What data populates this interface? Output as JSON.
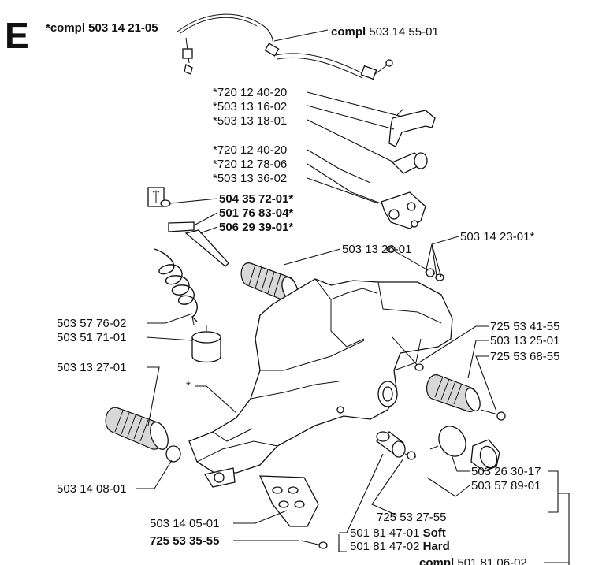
{
  "section_letter": "E",
  "section_part": "*compl 503 14 21-05",
  "tool_icon": "wrench-icon",
  "labels": {
    "cable_assy": {
      "prefix": "compl",
      "number": "503 14 55-01"
    },
    "bracket_screw_1": "*720 12 40-20",
    "bracket": "*503 13 16-02",
    "sleeve": "*503 13 18-01",
    "adj_screw": "*720 12 40-20",
    "adj_washer": "*720 12 78-06",
    "adj_block": "*503 13 36-02",
    "tool_1": "504 35 72-01*",
    "tool_2": "501 76 83-04*",
    "tool_3": "506 29 39-01*",
    "bolt_set": "503 14 23-01*",
    "av_top": "503 13 26-01",
    "fuel_hose": "503 57 76-02",
    "filter": "503 51 71-01",
    "screw_r1": "725 53 41-55",
    "av_right": "503 13 25-01",
    "screw_r2": "725 53 68-55",
    "av_left": "503 13 27-01",
    "tank_asterisk": "*",
    "washer": "503 14 08-01",
    "oring": "503 26 30-17",
    "cap": "503 57 89-01",
    "screw_mid": "725 53 27-55",
    "plate": "503 14 05-01",
    "screw_bottom": "725 53 35-55",
    "buffer_soft": {
      "number": "501 81 47-01",
      "suffix": "Soft"
    },
    "buffer_hard": {
      "number": "501 81 47-02",
      "suffix": "Hard"
    },
    "bottom_compl": {
      "prefix": "compl",
      "number": "501 81 06-02"
    }
  }
}
